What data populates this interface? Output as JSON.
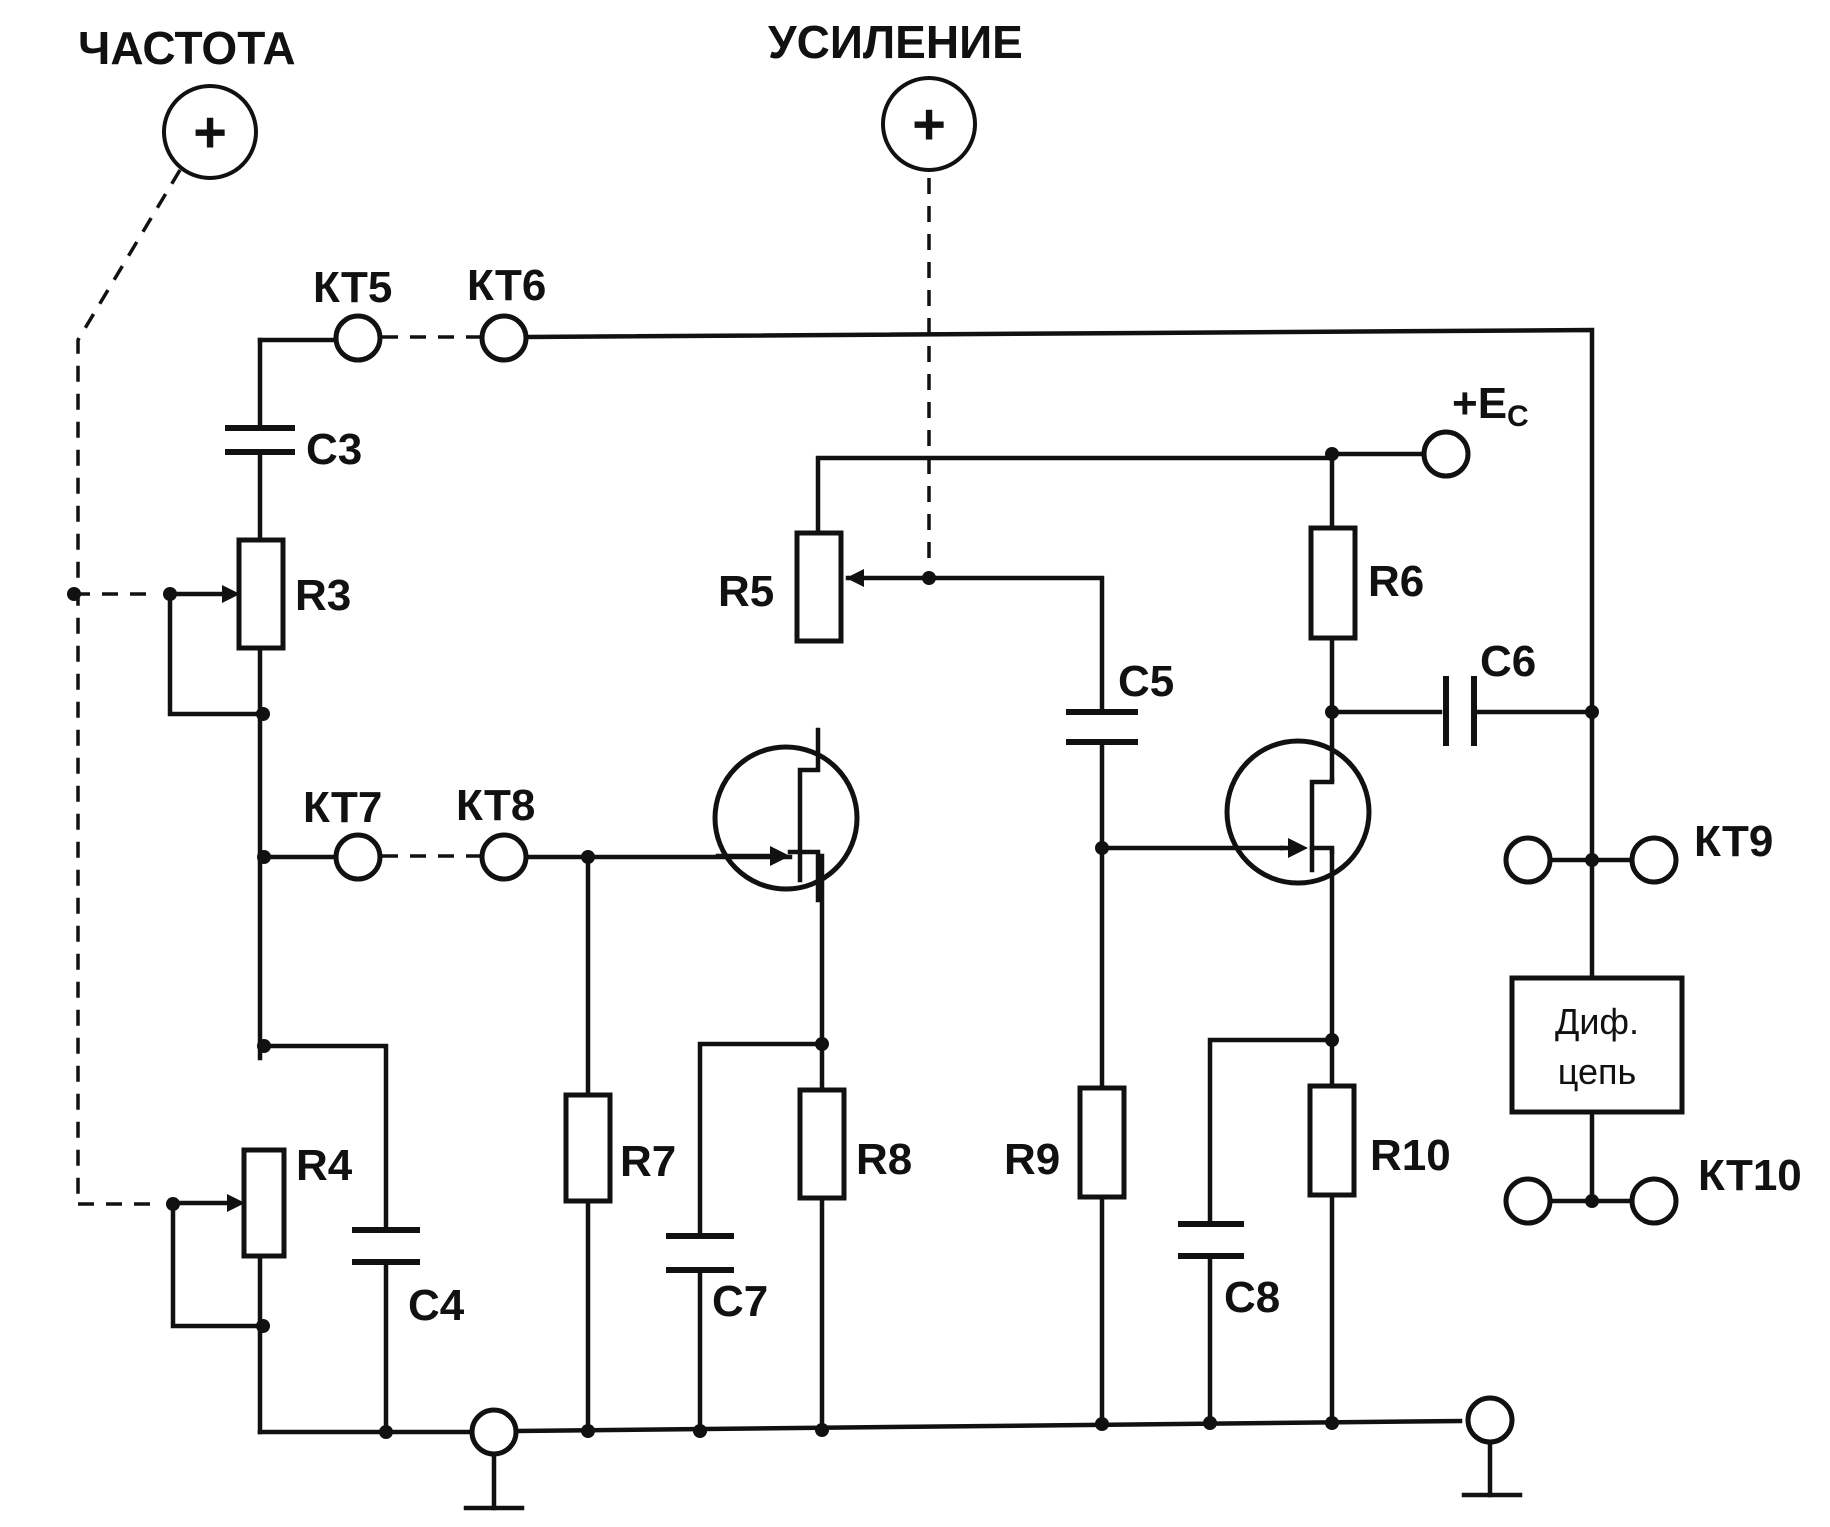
{
  "controls": {
    "frequency": "ЧАСТОТА",
    "gain": "УСИЛЕНИЕ",
    "knob_symbol": "+"
  },
  "test_points": {
    "kt5": "КТ5",
    "kt6": "КТ6",
    "kt7": "КТ7",
    "kt8": "КТ8",
    "kt9": "КТ9",
    "kt10": "КТ10"
  },
  "components": {
    "c3": "C3",
    "c4": "C4",
    "c5": "C5",
    "c6": "C6",
    "c7": "C7",
    "c8": "C8",
    "r3": "R3",
    "r4": "R4",
    "r5": "R5",
    "r6": "R6",
    "r7": "R7",
    "r8": "R8",
    "r9": "R9",
    "r10": "R10"
  },
  "power": {
    "supply_main": "+E",
    "supply_sub": "C"
  },
  "diff_block": {
    "line1": "Диф.",
    "line2": "цепь"
  }
}
